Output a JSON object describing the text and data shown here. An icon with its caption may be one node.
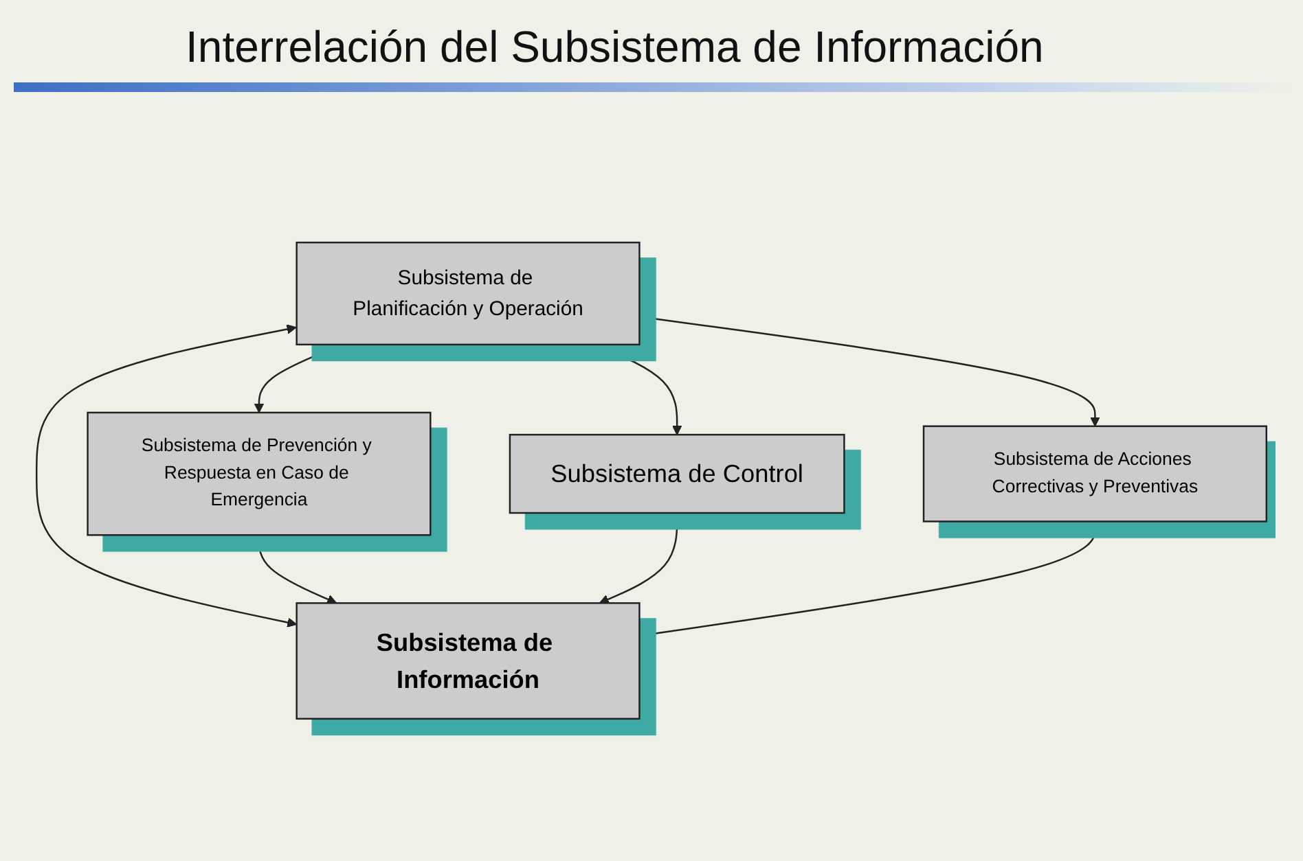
{
  "diagram": {
    "title": "Interrelación del Subsistema de Información",
    "nodes": [
      {
        "text": [
          "Subsistema de Planificación y Operación"
        ]
      },
      {
        "text": [
          "Subsistema de Información"
        ]
      },
      {
        "text": [
          "Subsistema de Prevención y Respuesta en Caso de Emergencia"
        ]
      },
      {
        "text": [
          "Subsistema de Control"
        ]
      },
      {
        "text": [
          "Subsistema de Acciones Correctivas y Preventivas"
        ]
      }
    ],
    "edges": [
      {
        "from": 0,
        "to": 1,
        "arrow": "both"
      },
      {
        "from": 0,
        "to": 2,
        "arrow": "both"
      },
      {
        "from": 2,
        "to": 1,
        "arrow": "to"
      },
      {
        "from": 3,
        "to": 1,
        "arrow": "to"
      },
      {
        "from": 4,
        "to": 1,
        "arrow": "to"
      },
      {
        "from": 0,
        "to": 3,
        "arrow": "to"
      },
      {
        "from": 0,
        "to": 4,
        "arrow": "to"
      }
    ]
  }
}
